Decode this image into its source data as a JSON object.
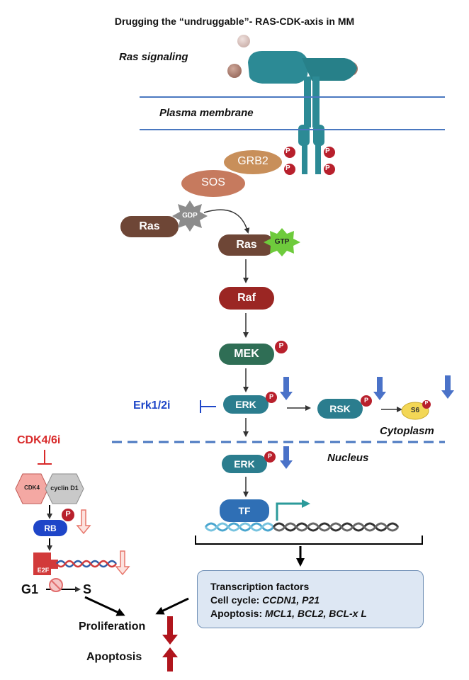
{
  "title": "Drugging the “undruggable”- RAS-CDK-axis in MM",
  "labels": {
    "ras_signaling": "Ras signaling",
    "plasma_membrane": "Plasma membrane",
    "cytoplasm": "Cytoplasm",
    "nucleus": "Nucleus"
  },
  "nodes": {
    "grb2": "GRB2",
    "sos": "SOS",
    "ras_gdp": "Ras",
    "gdp": "GDP",
    "ras_gtp": "Ras",
    "gtp": "GTP",
    "raf": "Raf",
    "mek": "MEK",
    "erk": "ERK",
    "rsk": "RSK",
    "s6": "S6",
    "erk_nucleus": "ERK",
    "tf": "TF",
    "cdk4": "CDK4",
    "cyclin_d1": "cyclin D1",
    "rb": "RB",
    "e2f": "E2F",
    "phospho": "P"
  },
  "inhibitors": {
    "erk": "Erk1/2i",
    "cdk": "CDK4/6i"
  },
  "cell_cycle": {
    "g1": "G1",
    "s": "S"
  },
  "outcomes": {
    "proliferation": "Proliferation",
    "apoptosis": "Apoptosis"
  },
  "transcription_box": {
    "heading": "Transcription factors",
    "cell_cycle_label": "Cell cycle:",
    "cell_cycle_genes": "CCDN1, P21",
    "apoptosis_label": "Apoptosis:",
    "apoptosis_genes": "MCL1, BCL2, BCL-x L"
  },
  "colors": {
    "receptor": "#2c8a95",
    "membrane_line": "#4a78c0",
    "grb2": "#c88f5a",
    "sos": "#c67a5e",
    "ras": "#6e4636",
    "gtp_star": "#6ecb3c",
    "gdp_star": "#8c8c8c",
    "raf": "#9b2623",
    "mek": "#2f6e55",
    "erk": "#2b7d8e",
    "s6": "#f3d756",
    "phospho": "#b8202c",
    "inhibitor_blue": "#1f47c8",
    "inhibitor_red": "#d82a2a",
    "down_arrow_blue": "#4a72c8",
    "box_fill": "#dde7f3",
    "dark_red": "#b0151d"
  }
}
